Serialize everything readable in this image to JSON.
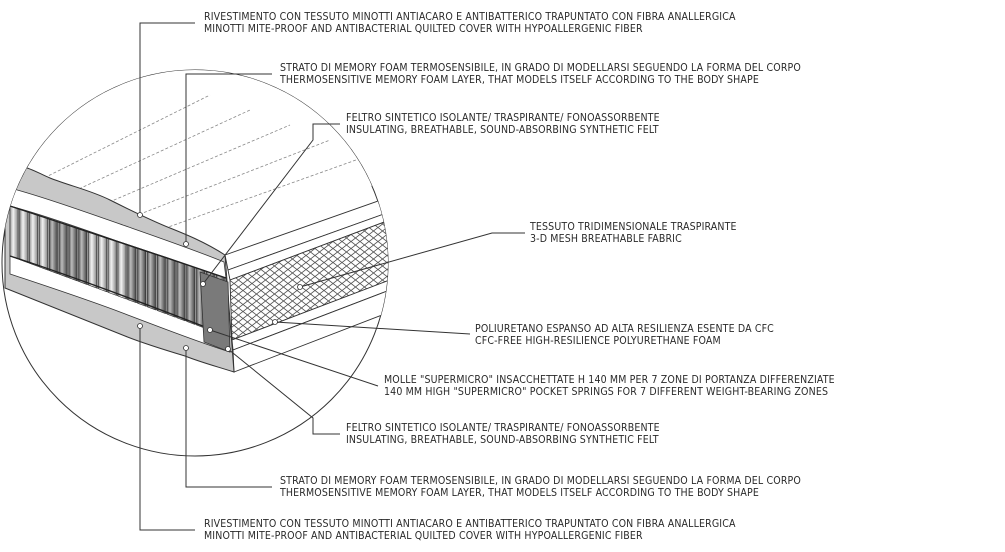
{
  "labels": {
    "cover_top": {
      "line1": "RIVESTIMENTO CON TESSUTO MINOTTI ANTIACARO E ANTIBATTERICO TRAPUNTATO CON FIBRA ANALLERGICA",
      "line2": "MINOTTI MITE-PROOF AND ANTIBACTERIAL QUILTED COVER WITH HYPOALLERGENIC FIBER"
    },
    "memory_top": {
      "line1": "STRATO DI MEMORY FOAM TERMOSENSIBILE, IN GRADO DI MODELLARSI SEGUENDO LA FORMA DEL CORPO",
      "line2": "THERMOSENSITIVE MEMORY FOAM LAYER, THAT MODELS ITSELF ACCORDING TO THE BODY SHAPE"
    },
    "felt_top": {
      "line1": "FELTRO SINTETICO ISOLANTE/ TRASPIRANTE/ FONOASSORBENTE",
      "line2": "INSULATING, BREATHABLE, SOUND-ABSORBING SYNTHETIC FELT"
    },
    "mesh": {
      "line1": "TESSUTO TRIDIMENSIONALE TRASPIRANTE",
      "line2": "3-D MESH BREATHABLE FABRIC"
    },
    "foam": {
      "line1": "POLIURETANO ESPANSO AD ALTA RESILIENZA ESENTE DA CFC",
      "line2": "CFC-FREE HIGH-RESILIENCE POLYURETHANE FOAM"
    },
    "springs": {
      "line1": "MOLLE \"SUPERMICRO\" INSACCHETTATE H 140 MM PER 7 ZONE DI PORTANZA DIFFERENZIATE",
      "line2": "140 MM HIGH \"SUPERMICRO\" POCKET SPRINGS FOR 7 DIFFERENT WEIGHT-BEARING ZONES"
    },
    "felt_bottom": {
      "line1": "FELTRO SINTETICO ISOLANTE/ TRASPIRANTE/ FONOASSORBENTE",
      "line2": "INSULATING, BREATHABLE, SOUND-ABSORBING SYNTHETIC FELT"
    },
    "memory_bottom": {
      "line1": "STRATO DI MEMORY FOAM TERMOSENSIBILE, IN GRADO DI MODELLARSI SEGUENDO LA FORMA DEL CORPO",
      "line2": "THERMOSENSITIVE MEMORY FOAM LAYER, THAT MODELS ITSELF ACCORDING TO THE BODY SHAPE"
    },
    "cover_bottom": {
      "line1": "RIVESTIMENTO CON TESSUTO MINOTTI ANTIACARO E ANTIBATTERICO TRAPUNTATO CON FIBRA ANALLERGICA",
      "line2": "MINOTTI MITE-PROOF AND ANTIBACTERIAL QUILTED COVER WITH HYPOALLERGENIC FIBER"
    }
  },
  "colors": {
    "line": "#333333",
    "text": "#2a2a2a",
    "cover_shading": "#c8c8c8",
    "spring_dark": "#6e6e6e",
    "spring_mid": "#9a9a9a"
  }
}
